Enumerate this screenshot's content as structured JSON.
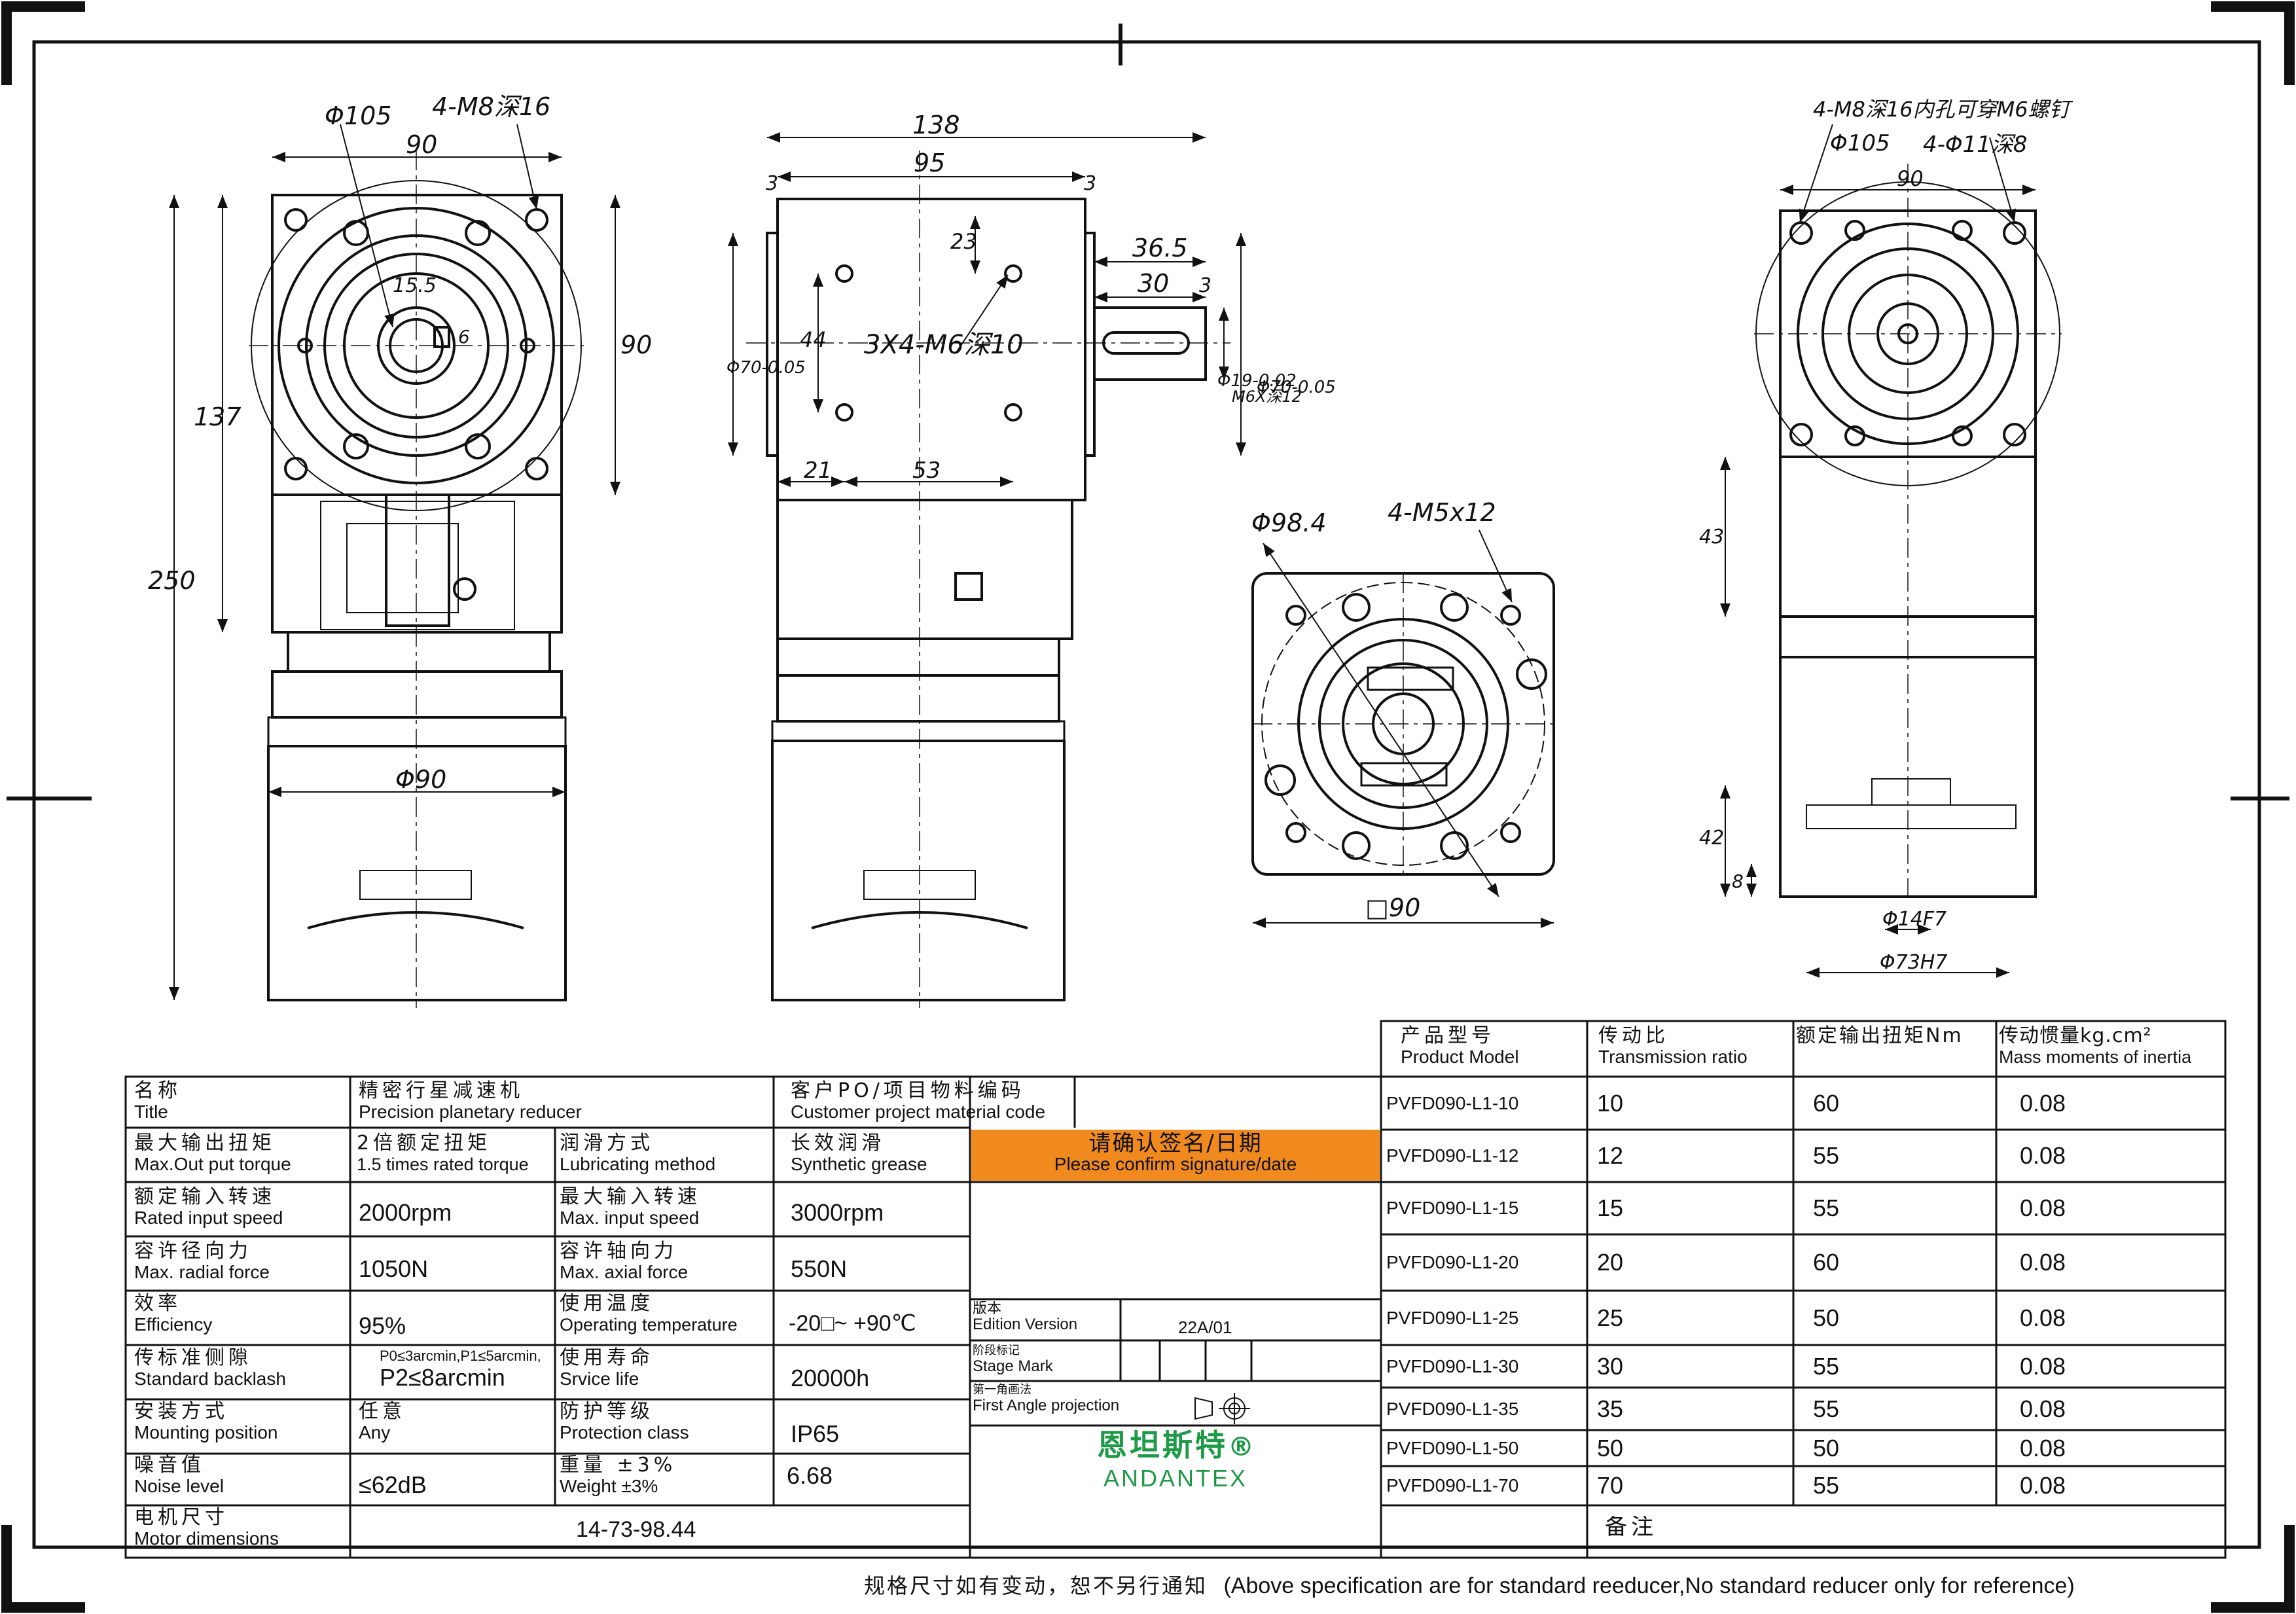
{
  "dimensions": {
    "left": {
      "d105": "Φ105",
      "m8": "4-M8深16",
      "w90": "90",
      "h90": "90",
      "d155": "15.5",
      "d6": "6",
      "h137": "137",
      "h250": "250",
      "d90": "Φ90"
    },
    "middle": {
      "w138": "138",
      "w95": "95",
      "m3a": "3",
      "m3b": "3",
      "d23": "23",
      "d44": "44",
      "m6": "3X4-M6深10",
      "d70": "Φ70-0.05",
      "d365": "36.5",
      "d30": "30",
      "d3c": "3",
      "d19": "Φ19-0.02",
      "d70b": "Φ70-0.05",
      "tap": "M6X深12",
      "d21": "21",
      "d53": "53"
    },
    "flange": {
      "d984": "Φ98.4",
      "m5": "4-M5x12",
      "sq90": "□90"
    },
    "right": {
      "m8": "4-M8深16内孔可穿M6螺钉",
      "d105": "Φ105",
      "d11": "4-Φ11深8",
      "w90": "90",
      "d43": "43",
      "d42": "42",
      "d8": "8",
      "d14": "Φ14F7",
      "d73": "Φ73H7"
    }
  },
  "spec": {
    "title_zh": "名称",
    "title_en": "Title",
    "title_val_zh": "精密行星减速机",
    "title_val_en": "Precision planetary reducer",
    "po_zh": "客户PO/项目物料编码",
    "po_en": "Customer project material code",
    "torque_zh": "最大输出扭矩",
    "torque_en": "Max.Out put torque",
    "torque_val_zh": "2倍额定扭矩",
    "torque_val_en": "1.5 times rated torque",
    "lub_zh": "润滑方式",
    "lub_en": "Lubricating method",
    "lub_val_zh": "长效润滑",
    "lub_val_en": "Synthetic grease",
    "confirm_zh": "请确认签名/日期",
    "confirm_en": "Please confirm signature/date",
    "rin_zh": "额定输入转速",
    "rin_en": "Rated input speed",
    "rin_val": "2000rpm",
    "min_zh": "最大输入转速",
    "min_en": "Max. input speed",
    "min_val": "3000rpm",
    "rad_zh": "容许径向力",
    "rad_en": "Max. radial force",
    "rad_val": "1050N",
    "axl_zh": "容许轴向力",
    "axl_en": "Max. axial force",
    "axl_val": "550N",
    "eff_zh": "效率",
    "eff_en": "Efficiency",
    "eff_val": "95%",
    "temp_zh": "使用温度",
    "temp_en": "Operating temperature",
    "temp_val": "-20□~ +90℃",
    "bl_zh": "传标准侧隙",
    "bl_en": "Standard backlash",
    "bl_val_small": "P0≤3arcmin,P1≤5arcmin,",
    "bl_val": "P2≤8arcmin",
    "life_zh": "使用寿命",
    "life_en": "Srvice life",
    "life_val": "20000h",
    "mp_zh": "安装方式",
    "mp_en": "Mounting position",
    "mp_val_zh": "任意",
    "mp_val_en": "Any",
    "pc_zh": "防护等级",
    "pc_en": "Protection class",
    "pc_val": "IP65",
    "nz_zh": "噪音值",
    "nz_en": "Noise level",
    "nz_val": "≤62dB",
    "wt_zh": "重量 ±3%",
    "wt_en": "Weight ±3%",
    "wt_val": "6.68",
    "md_zh": "电机尺寸",
    "md_en": "Motor dimensions",
    "md_val": "14-73-98.44",
    "ed_zh": "版本",
    "ed_en": "Edition Version",
    "ed_val": "22A/01",
    "sm_zh": "阶段标记",
    "sm_en": "Stage Mark",
    "fa_zh": "第一角画法",
    "fa_en": "First Angle projection",
    "brand_zh": "恩坦斯特",
    "brand_reg": "®",
    "brand_en": "ANDANTEX",
    "remark_zh": "备注"
  },
  "models": {
    "head": {
      "model_zh": "产品型号",
      "model_en": "Product Model",
      "ratio_zh": "传动比",
      "ratio_en": "Transmission ratio",
      "torque": "额定输出扭矩Nm",
      "inertia_zh": "传动惯量kg.cm²",
      "inertia_en": "Mass moments of inertia"
    },
    "rows": [
      {
        "model": "PVFD090-L1-10",
        "ratio": "10",
        "torque": "60",
        "inertia": "0.08"
      },
      {
        "model": "PVFD090-L1-12",
        "ratio": "12",
        "torque": "55",
        "inertia": "0.08"
      },
      {
        "model": "PVFD090-L1-15",
        "ratio": "15",
        "torque": "55",
        "inertia": "0.08"
      },
      {
        "model": "PVFD090-L1-20",
        "ratio": "20",
        "torque": "60",
        "inertia": "0.08"
      },
      {
        "model": "PVFD090-L1-25",
        "ratio": "25",
        "torque": "50",
        "inertia": "0.08"
      },
      {
        "model": "PVFD090-L1-30",
        "ratio": "30",
        "torque": "55",
        "inertia": "0.08"
      },
      {
        "model": "PVFD090-L1-35",
        "ratio": "35",
        "torque": "55",
        "inertia": "0.08"
      },
      {
        "model": "PVFD090-L1-50",
        "ratio": "50",
        "torque": "50",
        "inertia": "0.08"
      },
      {
        "model": "PVFD090-L1-70",
        "ratio": "70",
        "torque": "55",
        "inertia": "0.08"
      }
    ]
  },
  "footer": {
    "note_zh": "规格尺寸如有变动，恕不另行通知",
    "note_en": "(Above specification are for standard reeducer,No standard reducer only for reference)"
  },
  "colors": {
    "confirm_bg": "#F18A1E",
    "brand": "#1E9A47",
    "line": "#111111"
  }
}
